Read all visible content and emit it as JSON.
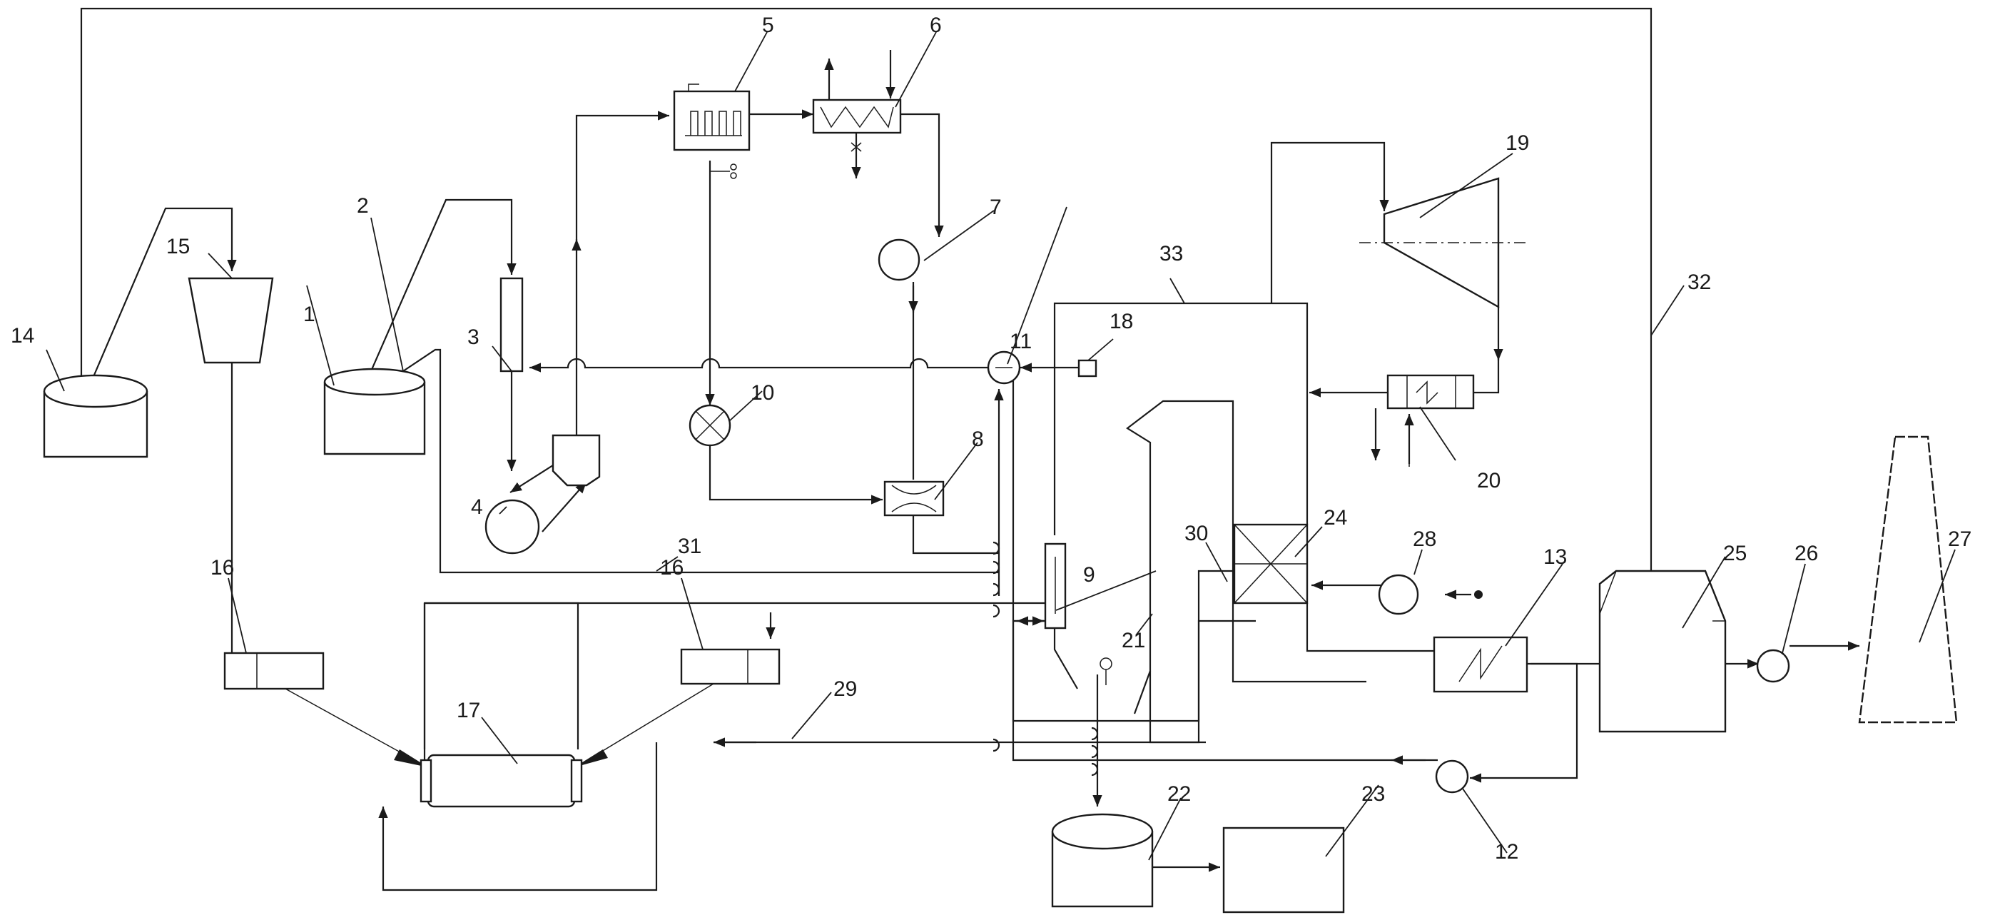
{
  "labels": {
    "n1": "1",
    "n2": "2",
    "n3": "3",
    "n4": "4",
    "n5": "5",
    "n6": "6",
    "n7": "7",
    "n8": "8",
    "n9": "9",
    "n10": "10",
    "n11": "11",
    "n12": "12",
    "n13": "13",
    "n14": "14",
    "n15": "15",
    "n16a": "16",
    "n16b": "16",
    "n17": "17",
    "n18": "18",
    "n19": "19",
    "n20": "20",
    "n21": "21",
    "n22": "22",
    "n23": "23",
    "n24": "24",
    "n25": "25",
    "n26": "26",
    "n27": "27",
    "n28": "28",
    "n29": "29",
    "n30": "30",
    "n31": "31",
    "n32": "32",
    "n33": "33"
  }
}
